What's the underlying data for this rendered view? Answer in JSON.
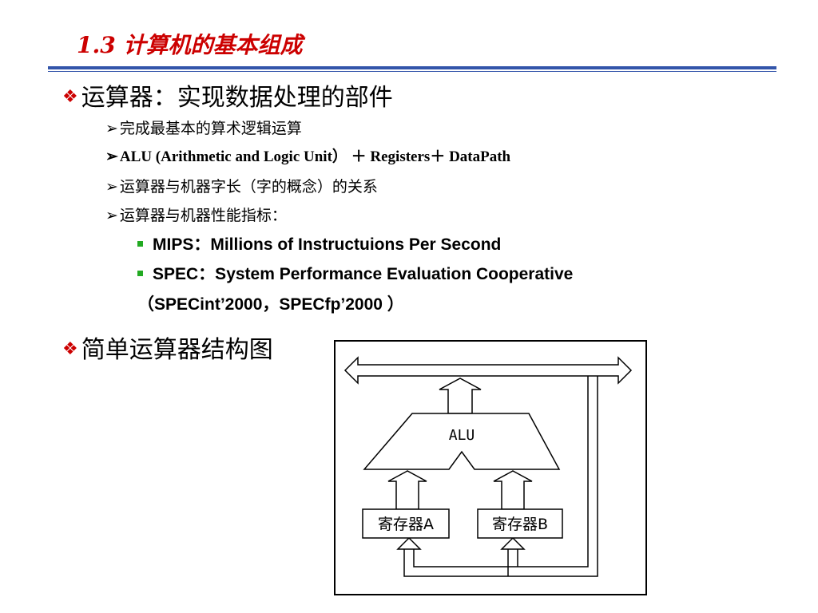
{
  "slide": {
    "title": "1.3 计算机的基本组成",
    "title_color": "#cc0000",
    "rule_color": "#3355aa"
  },
  "content": {
    "section1": {
      "bullet_icon": "diamond-4-icon",
      "heading": "运算器：实现数据处理的部件",
      "items": [
        "完成最基本的算术逻辑运算",
        "ALU (Arithmetic and Logic Unit） ＋ Registers＋ DataPath",
        "运算器与机器字长（字的概念）的关系",
        "运算器与机器性能指标："
      ],
      "subitems": [
        "MIPS：Millions of Instructuions Per Second",
        "SPEC：System Performance Evaluation Cooperative"
      ],
      "subitem_continuation": "（SPECint’2000，SPECfp’2000 ）"
    },
    "section2": {
      "heading": "简单运算器结构图"
    }
  },
  "diagram": {
    "alu_label": "ALU",
    "register_a_label": "寄存器A",
    "register_b_label": "寄存器B"
  }
}
